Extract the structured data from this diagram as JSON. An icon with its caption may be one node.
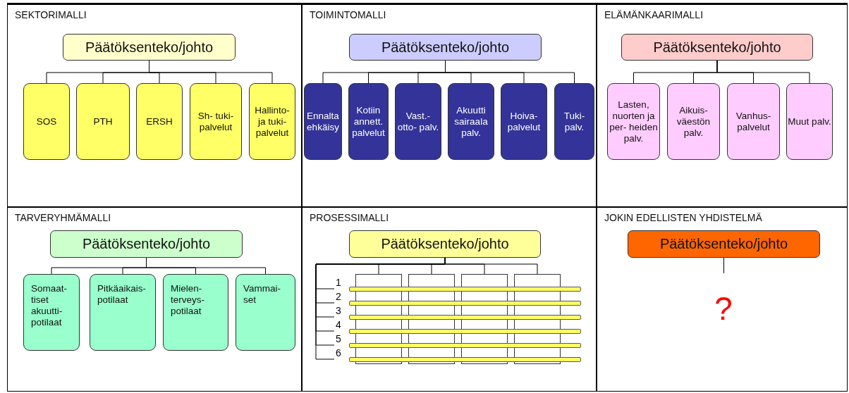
{
  "diagram": {
    "nodes": [
      {
        "text": [
          "SEKTORIMALLI"
        ]
      },
      {
        "text": [
          "Päätöksenteko/johto"
        ],
        "in": 0
      },
      {
        "text": [
          "SOS"
        ],
        "in": 0
      },
      {
        "text": [
          "PTH"
        ],
        "in": 0
      },
      {
        "text": [
          "ERSH"
        ],
        "in": 0
      },
      {
        "text": [
          "Sh- tuki- palvelut"
        ],
        "in": 0
      },
      {
        "text": [
          "Hallinto- ja tuki- palvelut"
        ],
        "in": 0
      },
      {
        "text": [
          "TOIMINTOMALLI"
        ]
      },
      {
        "text": [
          "Päätöksenteko/johto"
        ],
        "in": 7
      },
      {
        "text": [
          "Ennalta ehkäisy"
        ],
        "in": 7
      },
      {
        "text": [
          "Kotiin annett. palvelut"
        ],
        "in": 7
      },
      {
        "text": [
          "Vast.- otto- palv."
        ],
        "in": 7
      },
      {
        "text": [
          "Akuutti sairaala palv."
        ],
        "in": 7
      },
      {
        "text": [
          "Hoiva- palvelut"
        ],
        "in": 7
      },
      {
        "text": [
          "Tuki- palv."
        ],
        "in": 7
      },
      {
        "text": [
          "ELÄMÄNKAARIMALLI"
        ]
      },
      {
        "text": [
          "Päätöksenteko/johto"
        ],
        "in": 15
      },
      {
        "text": [
          "Lasten, nuorten ja per- heiden palv."
        ],
        "in": 15
      },
      {
        "text": [
          "Aikuis- väestön palv."
        ],
        "in": 15
      },
      {
        "text": [
          "Vanhus- palvelut"
        ],
        "in": 15
      },
      {
        "text": [
          "Muut palv."
        ],
        "in": 15
      },
      {
        "text": [
          "TARVERYHMÄMALLI"
        ]
      },
      {
        "text": [
          "Päätöksenteko/johto"
        ],
        "in": 21
      },
      {
        "text": [
          "Somaat- tiset akuutti- potilaat"
        ],
        "in": 21
      },
      {
        "text": [
          "Pitkäaikais- potilaat"
        ],
        "in": 21
      },
      {
        "text": [
          "Mielen- terveys- potilaat"
        ],
        "in": 21
      },
      {
        "text": [
          "Vammai- set"
        ],
        "in": 21
      },
      {
        "text": [
          "PROSESSIMALLI"
        ]
      },
      {
        "text": [
          "Päätöksenteko/johto"
        ],
        "in": 27
      },
      {
        "text": [],
        "shape": "box",
        "in": 27
      },
      {
        "text": [],
        "shape": "box",
        "in": 27
      },
      {
        "text": [],
        "shape": "box",
        "in": 27
      },
      {
        "text": [],
        "shape": "box",
        "in": 27
      },
      {
        "text": [],
        "shape": "bar",
        "beside": [
          "1"
        ],
        "in": 27
      },
      {
        "text": [],
        "shape": "bar",
        "beside": [
          "2"
        ],
        "in": 27
      },
      {
        "text": [],
        "shape": "bar",
        "beside": [
          "3"
        ],
        "in": 27
      },
      {
        "text": [],
        "shape": "bar",
        "beside": [
          "4"
        ],
        "in": 27
      },
      {
        "text": [],
        "shape": "bar",
        "beside": [
          "5"
        ],
        "in": 27
      },
      {
        "text": [],
        "shape": "bar",
        "beside": [
          "6"
        ],
        "in": 27
      },
      {
        "text": [
          "JOKIN EDELLISTEN YHDISTELMÄ"
        ]
      },
      {
        "text": [
          "Päätöksenteko/johto"
        ],
        "in": 39
      }
    ],
    "edges": [
      {
        "from": 1,
        "to": 2,
        "arrow": "none"
      },
      {
        "from": 1,
        "to": 3,
        "arrow": "none"
      },
      {
        "from": 1,
        "to": 4,
        "arrow": "none"
      },
      {
        "from": 1,
        "to": 5,
        "arrow": "none"
      },
      {
        "from": 1,
        "to": 6,
        "arrow": "none"
      },
      {
        "from": 8,
        "to": 9,
        "arrow": "none"
      },
      {
        "from": 8,
        "to": 10,
        "arrow": "none"
      },
      {
        "from": 8,
        "to": 11,
        "arrow": "none"
      },
      {
        "from": 8,
        "to": 12,
        "arrow": "none"
      },
      {
        "from": 8,
        "to": 13,
        "arrow": "none"
      },
      {
        "from": 8,
        "to": 14,
        "arrow": "none"
      },
      {
        "from": 16,
        "to": 17,
        "arrow": "none"
      },
      {
        "from": 16,
        "to": 18,
        "arrow": "none"
      },
      {
        "from": 16,
        "to": 19,
        "arrow": "none"
      },
      {
        "from": 16,
        "to": 20,
        "arrow": "none"
      },
      {
        "from": 22,
        "to": 23,
        "arrow": "none"
      },
      {
        "from": 22,
        "to": 24,
        "arrow": "none"
      },
      {
        "from": 22,
        "to": 25,
        "arrow": "none"
      },
      {
        "from": 22,
        "to": 26,
        "arrow": "none"
      },
      {
        "from": 28,
        "to": 29,
        "arrow": "none"
      },
      {
        "from": 28,
        "to": 30,
        "arrow": "none"
      },
      {
        "from": 28,
        "to": 31,
        "arrow": "none"
      },
      {
        "from": 28,
        "to": 32,
        "arrow": "none"
      },
      {
        "from": 28,
        "to": 33,
        "arrow": "none"
      },
      {
        "from": 28,
        "to": 34,
        "arrow": "none"
      },
      {
        "from": 28,
        "to": 35,
        "arrow": "none"
      },
      {
        "from": 28,
        "to": 36,
        "arrow": "none"
      },
      {
        "from": 28,
        "to": 37,
        "arrow": "none"
      },
      {
        "from": 28,
        "to": 38,
        "arrow": "none"
      },
      {
        "from": 40,
        "to": null,
        "arrow": "none"
      }
    ],
    "labels": [
      "?"
    ]
  }
}
